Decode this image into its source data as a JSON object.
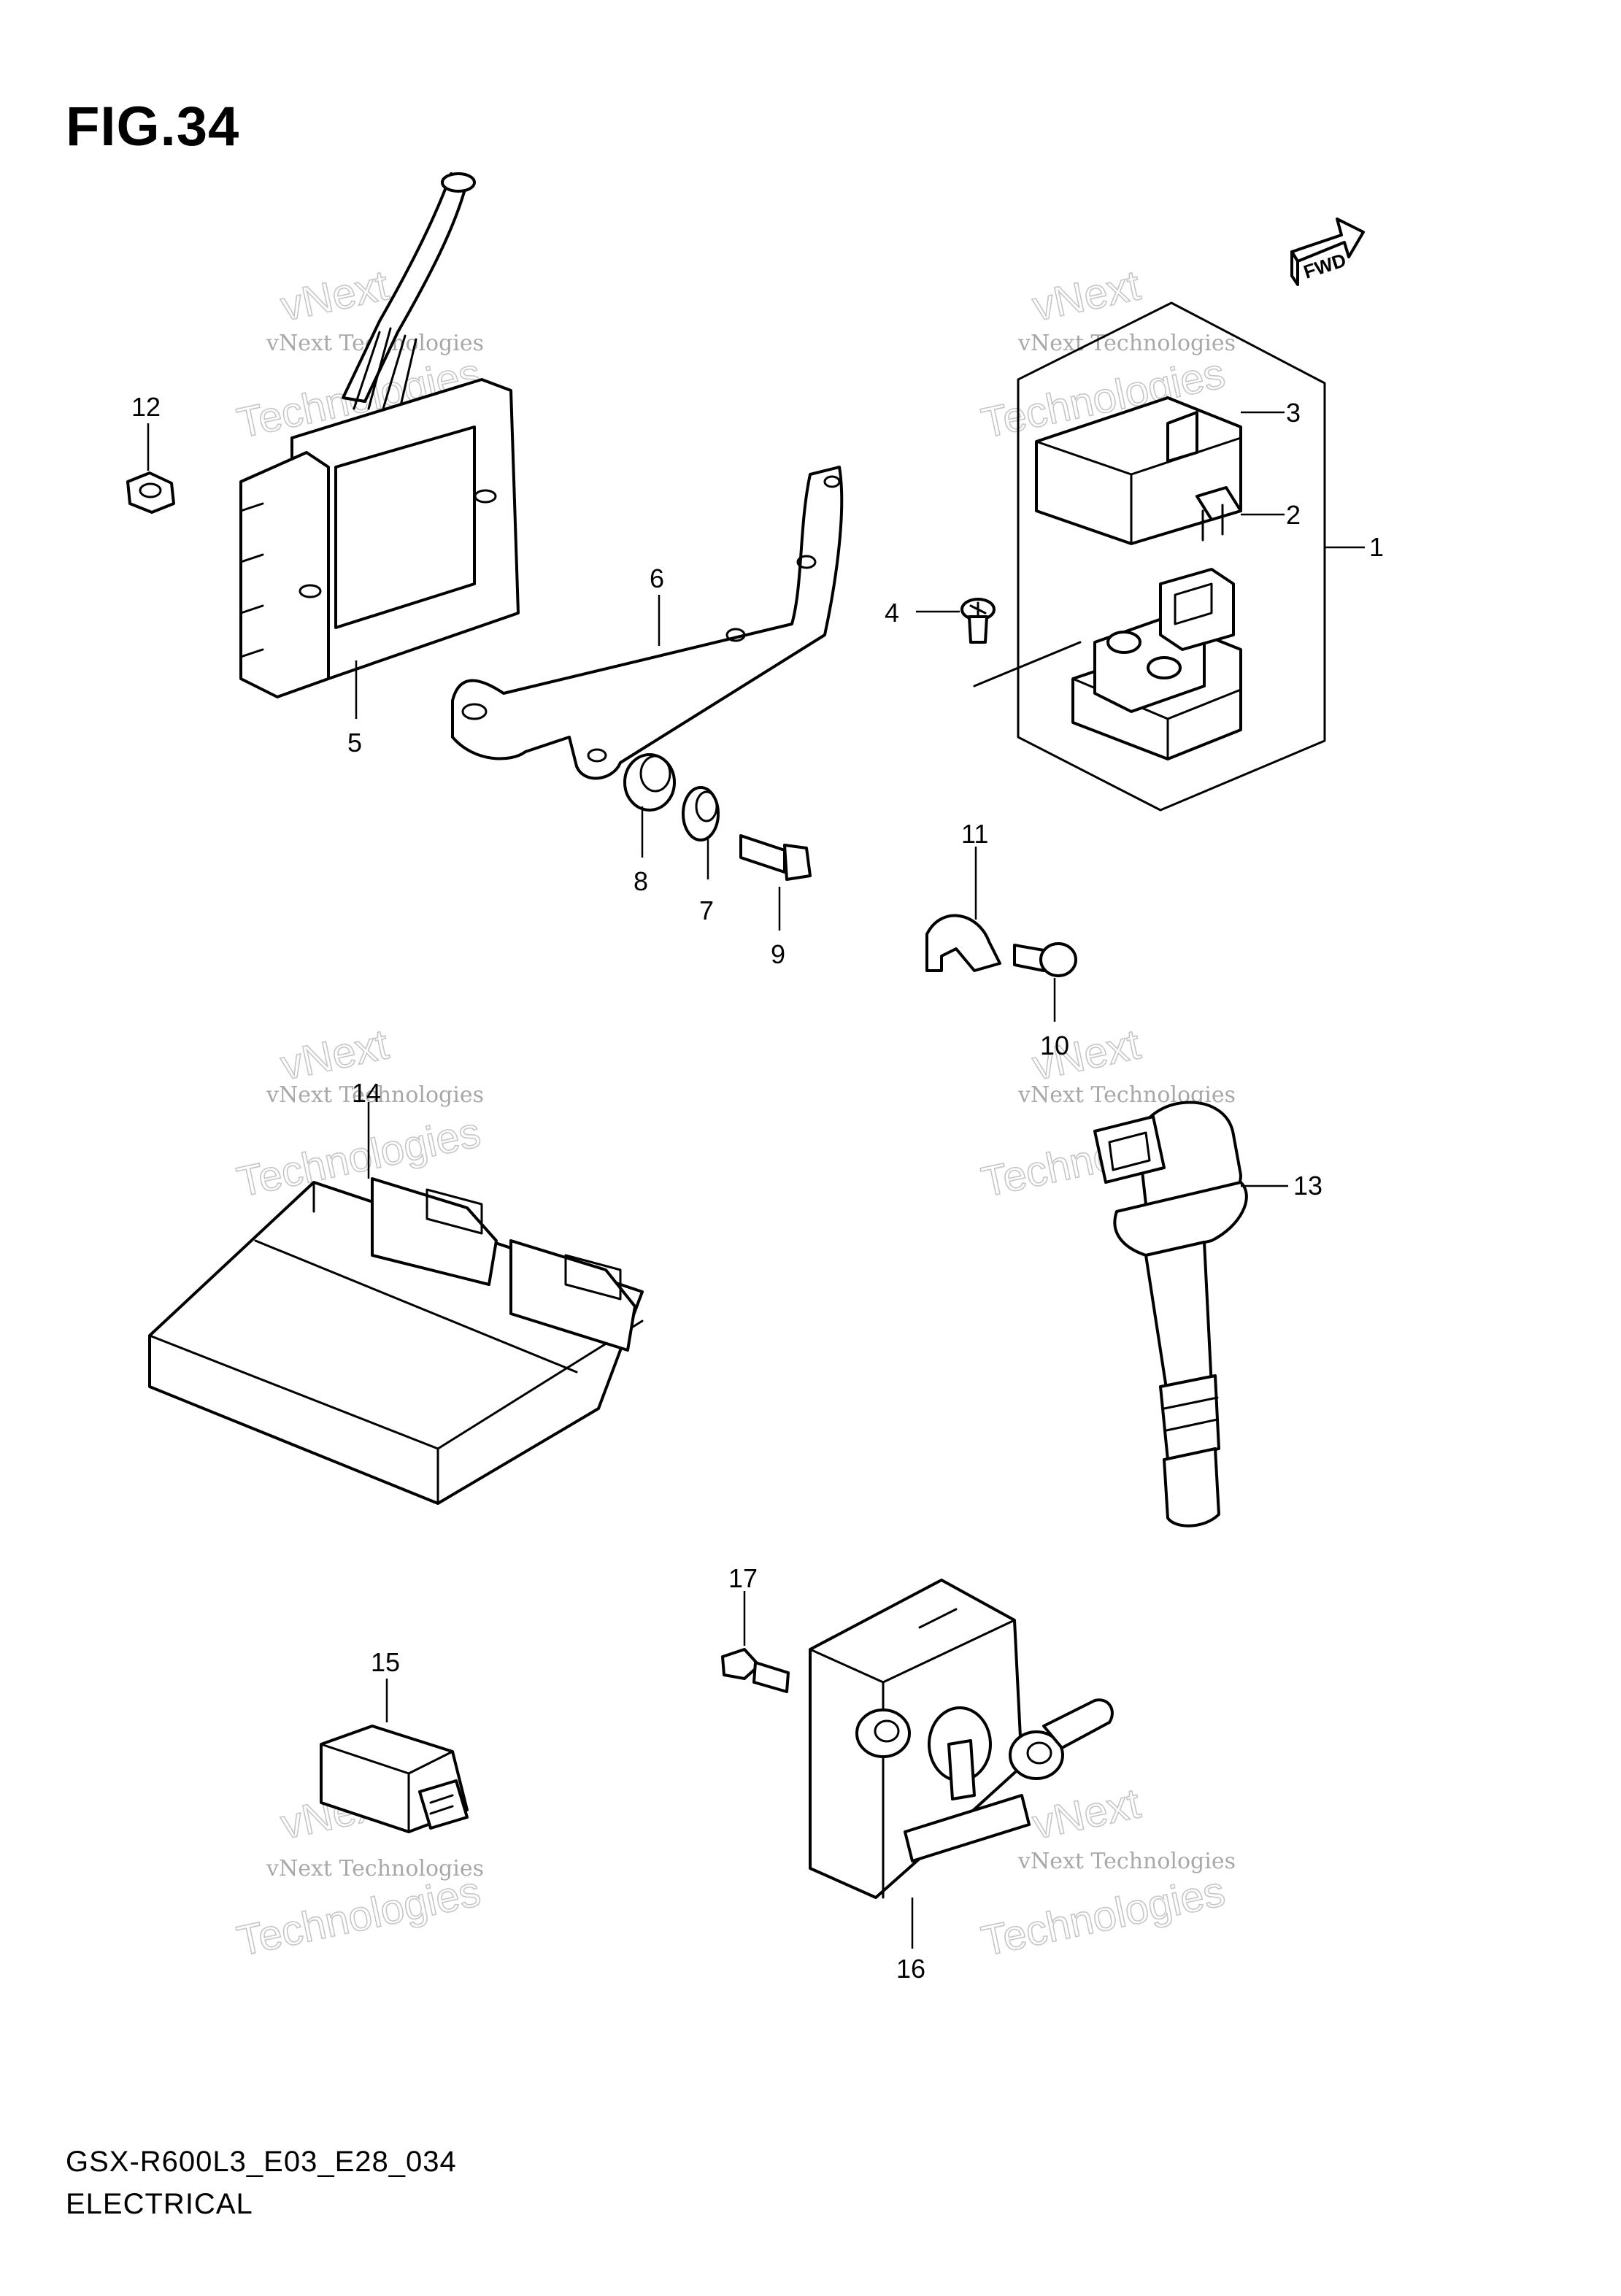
{
  "figure": {
    "title": "FIG.34"
  },
  "footer": {
    "code": "GSX-R600L3_E03_E28_034",
    "section": "ELECTRICAL"
  },
  "fwd_badge": "FWD",
  "watermark": {
    "line1": "vNext Technologies",
    "line2": "vNext",
    "line3": "Technologies"
  },
  "callouts": {
    "c1": "1",
    "c2": "2",
    "c3": "3",
    "c4": "4",
    "c5": "5",
    "c6": "6",
    "c7": "7",
    "c8": "8",
    "c9": "9",
    "c10": "10",
    "c11": "11",
    "c12": "12",
    "c13": "13",
    "c14": "14",
    "c15": "15",
    "c16": "16",
    "c17": "17"
  }
}
